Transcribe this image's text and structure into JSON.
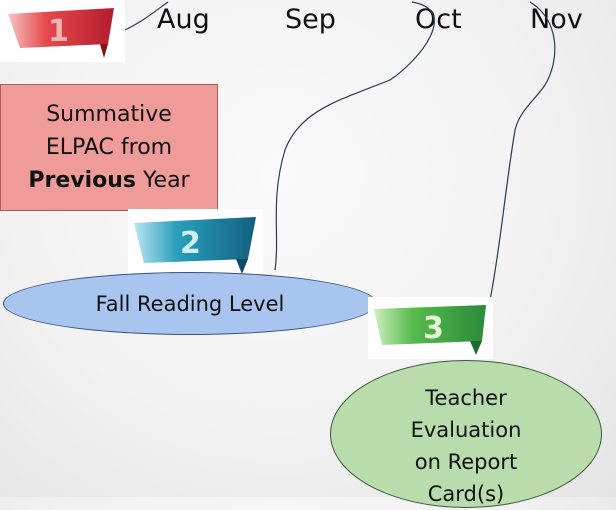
{
  "timeline": {
    "months": [
      "Aug",
      "Sep",
      "Oct",
      "Nov"
    ]
  },
  "steps": [
    {
      "number": "1",
      "badge_color": "#e0383e",
      "box": {
        "line1": "Summative",
        "line2": "ELPAC from",
        "line3_bold": "Previous",
        "line3_rest": " Year",
        "fill": "#ee9b99"
      }
    },
    {
      "number": "2",
      "badge_color": "#1e8ca8",
      "label": "Fall Reading Level",
      "fill": "#a8c5f0"
    },
    {
      "number": "3",
      "badge_color": "#4fb84a",
      "label": "Teacher Evaluation on Report Card(s)",
      "fill": "#b8dcab"
    }
  ]
}
